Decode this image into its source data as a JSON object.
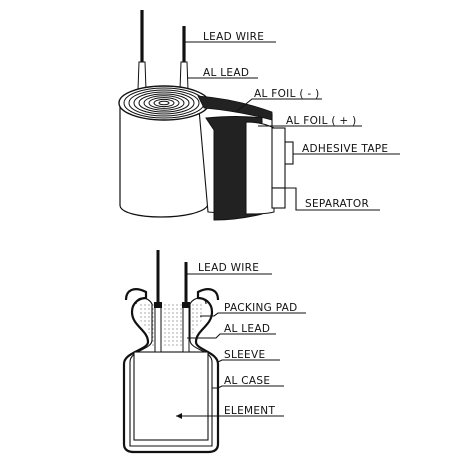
{
  "top_diagram": {
    "labels": {
      "lead_wire": "LEAD WIRE",
      "al_lead": "AL LEAD",
      "al_foil_neg": "AL FOIL ( - )",
      "al_foil_pos": "AL FOIL ( + )",
      "adhesive_tape": "ADHESIVE TAPE",
      "separator": "SEPARATOR"
    }
  },
  "bottom_diagram": {
    "labels": {
      "lead_wire": "LEAD WIRE",
      "packing_pad": "PACKING PAD",
      "al_lead": "AL LEAD",
      "sleeve": "SLEEVE",
      "al_case": "AL CASE",
      "element": "ELEMENT"
    }
  },
  "colors": {
    "ink": "#111111",
    "foil": "#222222",
    "background": "#ffffff"
  }
}
